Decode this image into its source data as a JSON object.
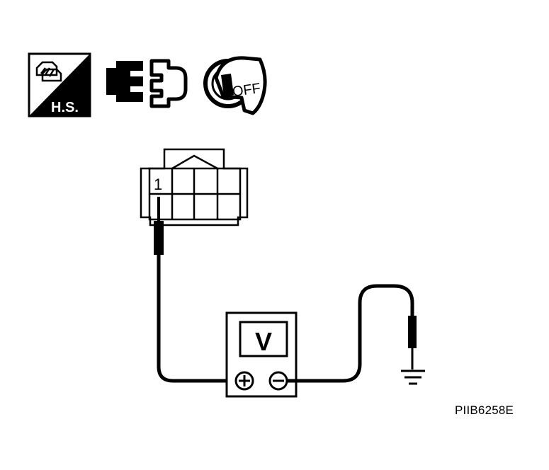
{
  "icons": {
    "harness": {
      "name": "harness-symbol-icon",
      "label": "H.S."
    },
    "connector": {
      "name": "connector-disconnect-icon"
    },
    "ignition": {
      "name": "ignition-key-icon",
      "label": "OFF"
    }
  },
  "connector": {
    "terminal_label": "1"
  },
  "meter": {
    "display_label": "V"
  },
  "figure_code": "PIIB6258E"
}
